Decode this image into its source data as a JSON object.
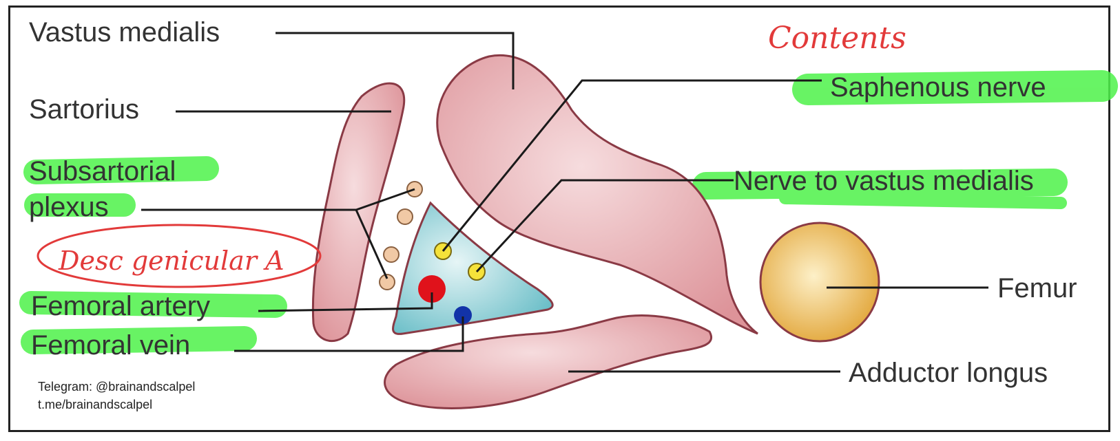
{
  "diagram": {
    "labels": {
      "vastus_medialis": "Vastus medialis",
      "sartorius": "Sartorius",
      "subsartorial_line1": "Subsartorial",
      "subsartorial_line2": "plexus",
      "femoral_artery": "Femoral artery",
      "femoral_vein": "Femoral vein",
      "saphenous_nerve": "Saphenous nerve",
      "nerve_to_vastus_medialis": "Nerve to vastus medialis",
      "femur": "Femur",
      "adductor_longus": "Adductor longus"
    },
    "annotations": {
      "contents": "Contents",
      "desc_genicular": "Desc genicular A"
    },
    "highlighted_labels": [
      "Subsartorial plexus",
      "Femoral artery",
      "Femoral vein",
      "Saphenous nerve",
      "Nerve to vastus medialis"
    ]
  },
  "watermark": {
    "line1": "Telegram: @brainandscalpel",
    "line2": "t.me/brainandscalpel"
  },
  "colors": {
    "muscle": "#e3a7ab",
    "muscle_outline": "#8a3a45",
    "canal": "#9fd3d8",
    "artery": "#e0121b",
    "vein": "#1233a8",
    "nerve": "#f5e23a",
    "plexus": "#f1c9a5",
    "bone": "#f0c567",
    "highlight": "#4ef24a",
    "annotation_ink": "#e23a3a"
  }
}
